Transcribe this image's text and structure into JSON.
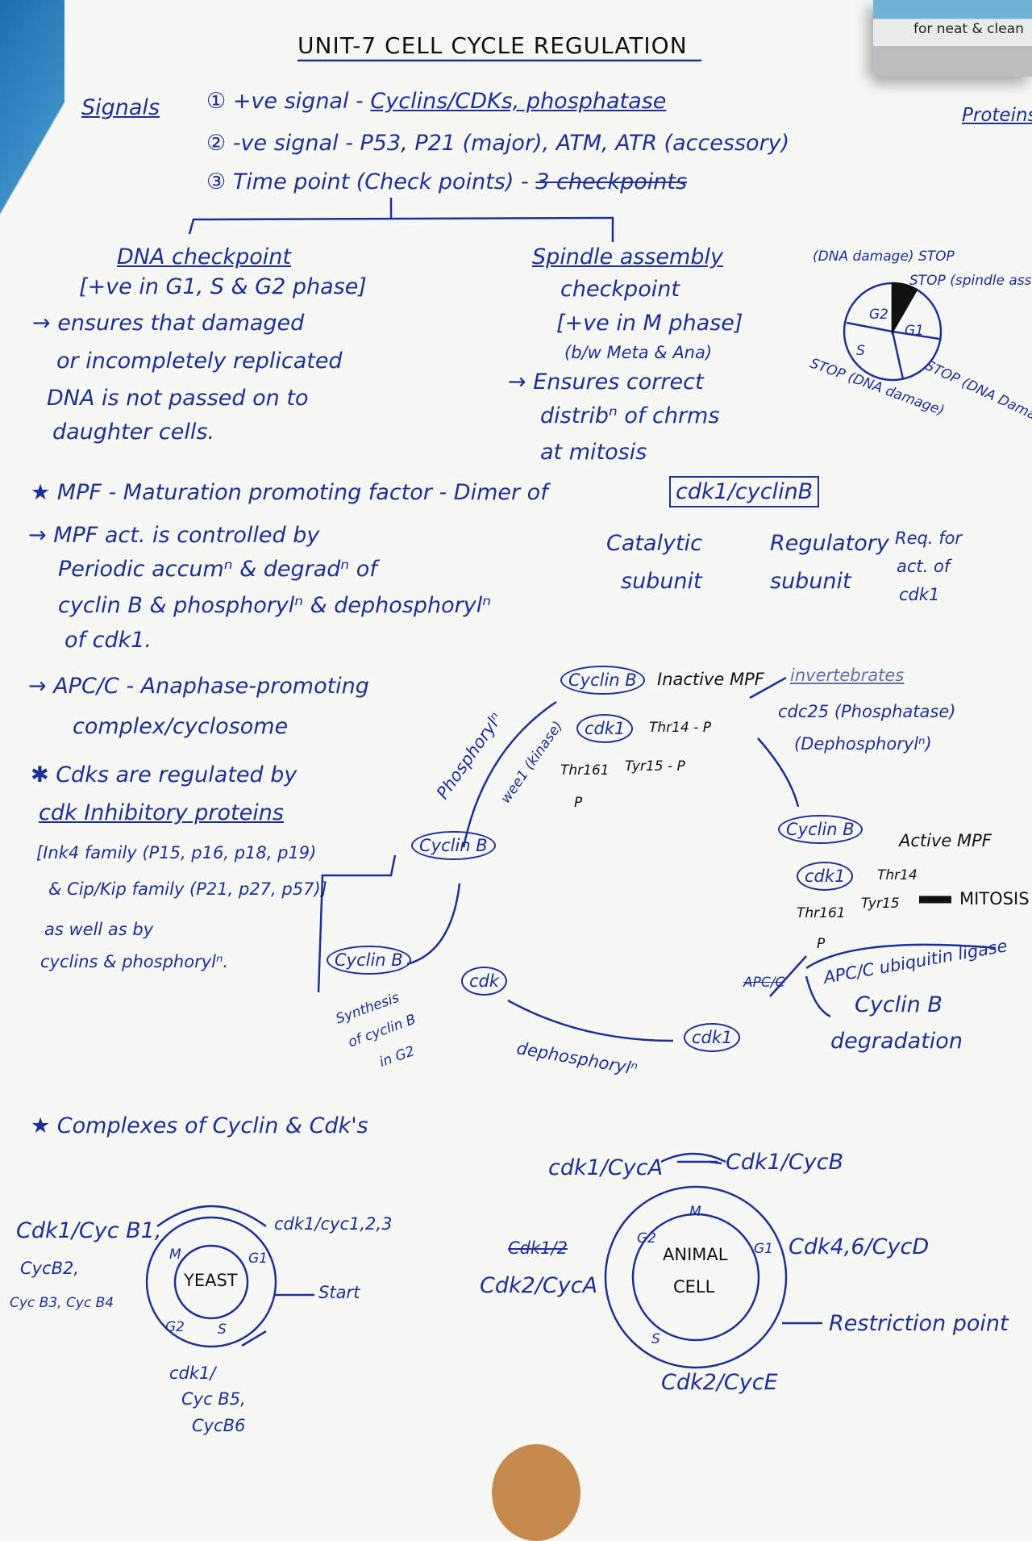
{
  "title": "UNIT-7 CELL CYCLE REGULATION",
  "corner_label": "for neat & clean",
  "signals": {
    "label": "Signals",
    "items": [
      {
        "num": "①",
        "text": "+ve signal - ",
        "detail": "Cyclins/CDKs, phosphatase"
      },
      {
        "num": "②",
        "text": "-ve signal - ",
        "detail": "P53, P21 (major), ATM, ATR (accessory)"
      },
      {
        "num": "③",
        "text": "Time point (Check points) - ",
        "detail": "3 checkpoints"
      }
    ],
    "brace_label": "Proteins"
  },
  "dna_checkpoint": {
    "heading": "DNA checkpoint",
    "lines": [
      "[+ve in G1, S & G2 phase]",
      "→ ensures that damaged",
      "or incompletely replicated",
      "DNA is not passed on to",
      "daughter cells."
    ]
  },
  "spindle_checkpoint": {
    "heading": "Spindle assembly",
    "lines": [
      "checkpoint",
      "[+ve in M phase]",
      "(b/w Meta & Ana)",
      "→ Ensures correct",
      "distribⁿ of chrms",
      "at mitosis"
    ]
  },
  "mini_cycle": {
    "phases": [
      "G2",
      "G1",
      "S"
    ],
    "labels": [
      "(DNA damage) STOP",
      "STOP (spindle assembly)",
      "STOP (DNA damage)",
      "STOP (DNA Damage)"
    ]
  },
  "mpf": {
    "line": "★ MPF - Maturation promoting factor - Dimer of",
    "boxed": "cdk1/cyclinB",
    "catalytic": [
      "Catalytic",
      "subunit"
    ],
    "regulatory": [
      "Regulatory",
      "subunit"
    ],
    "req": [
      "Req. for",
      "act. of",
      "cdk1"
    ],
    "control_lines": [
      "→ MPF act. is controlled by",
      "Periodic accumⁿ & degradⁿ of",
      "cyclin B & phosphorylⁿ & dephosphorylⁿ",
      "of cdk1."
    ]
  },
  "apc": {
    "lines": [
      "→ APC/C - Anaphase-promoting",
      "complex/cyclosome"
    ]
  },
  "cdk_regulation": {
    "lines": [
      "✱ Cdks are regulated by",
      "cdk Inhibitory proteins",
      "[Ink4 family (P15, p16, p18, p19)",
      "& Cip/Kip family (P21, p27, p57)]",
      "as well as by",
      "cyclins & phosphorylⁿ."
    ]
  },
  "mpf_cycle": {
    "cyclin_b": "Cyclin B",
    "cdk1": "cdk1",
    "cdk": "cdk",
    "inactive": "Inactive MPF",
    "active": "Active MPF",
    "invertebrates": "invertebrates",
    "thr14_p": "Thr14 - P",
    "tyr15_p": "Tyr15 - P",
    "thr161": "Thr161",
    "thr14": "Thr14",
    "tyr15": "Tyr15",
    "p": "P",
    "phosphorylation": "Phosphorylⁿ",
    "wee1": "wee1 (kinase)",
    "cdc25": "cdc25 (Phosphatase)",
    "cdc25_sub": "(Dephosphorylⁿ)",
    "mitosis": "MITOSIS",
    "apc_ligase": "APC/C ubiquitin ligase",
    "apc_strike": "APC/C",
    "degradation": [
      "Cyclin B",
      "degradation"
    ],
    "dephos": "dephosphorylⁿ",
    "synthesis": [
      "Synthesis",
      "of cyclin B",
      "in G2"
    ]
  },
  "complexes": {
    "heading": "★ Complexes of Cyclin & Cdk's",
    "yeast": {
      "center": "YEAST",
      "phases": [
        "M",
        "G1",
        "S",
        "G2"
      ],
      "left": [
        "Cdk1/Cyc B1,",
        "CycB2,",
        "Cyc B3, Cyc B4"
      ],
      "right": "cdk1/cyc1,2,3",
      "start": "Start",
      "bottom": [
        "cdk1/",
        "Cyc B5,",
        "CycB6"
      ]
    },
    "animal": {
      "center": [
        "ANIMAL",
        "CELL"
      ],
      "phases": [
        "M",
        "G1",
        "S",
        "G2"
      ],
      "top_left": "cdk1/CycA",
      "top_right": "Cdk1/CycB",
      "right": "Cdk4,6/CycD",
      "left_strike": "Cdk1/2",
      "left": "Cdk2/CycA",
      "bottom": "Cdk2/CycE",
      "restriction": "Restriction point"
    }
  }
}
